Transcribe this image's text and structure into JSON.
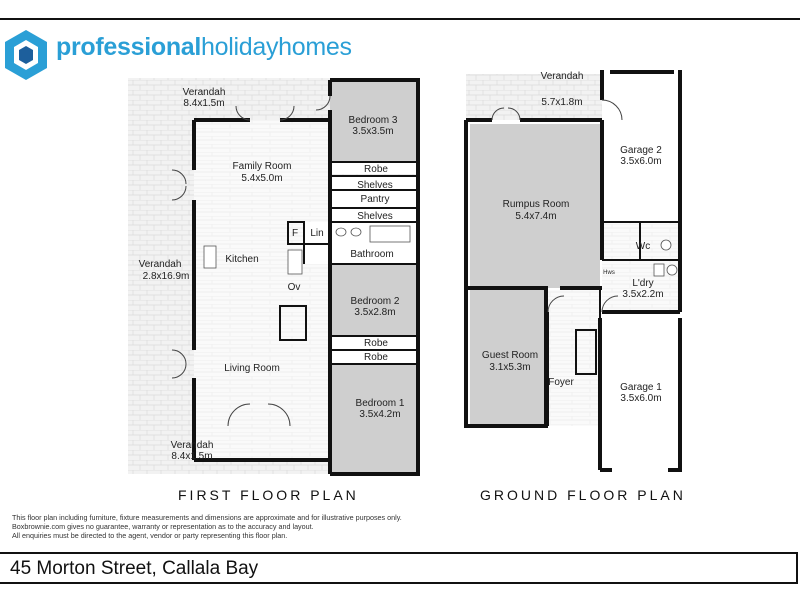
{
  "brand": {
    "name_bold": "professional",
    "name_rest": "holidayhomes",
    "accent": "#2a9fd6",
    "logo": "hexagon-logo-icon"
  },
  "first_floor": {
    "title": "FIRST FLOOR PLAN",
    "rooms": {
      "verandah_top": {
        "name": "Verandah",
        "dims": "8.4x1.5m"
      },
      "bedroom3": {
        "name": "Bedroom 3",
        "dims": "3.5x3.5m"
      },
      "family_room": {
        "name": "Family Room",
        "dims": "5.4x5.0m"
      },
      "robe_a": {
        "name": "Robe"
      },
      "shelves_a": {
        "name": "Shelves"
      },
      "pantry": {
        "name": "Pantry"
      },
      "shelves_b": {
        "name": "Shelves"
      },
      "f": {
        "name": "F"
      },
      "lin": {
        "name": "Lin"
      },
      "verandah_side": {
        "name": "Verandah",
        "dims": "2.8x16.9m"
      },
      "kitchen": {
        "name": "Kitchen"
      },
      "bathroom": {
        "name": "Bathroom"
      },
      "ov": {
        "name": "Ov"
      },
      "bedroom2": {
        "name": "Bedroom 2",
        "dims": "3.5x2.8m"
      },
      "robe_b": {
        "name": "Robe"
      },
      "robe_c": {
        "name": "Robe"
      },
      "living_room": {
        "name": "Living Room"
      },
      "bedroom1": {
        "name": "Bedroom 1",
        "dims": "3.5x4.2m"
      },
      "verandah_bottom": {
        "name": "Verandah",
        "dims": "8.4x1.5m"
      }
    }
  },
  "ground_floor": {
    "title": "GROUND FLOOR PLAN",
    "rooms": {
      "verandah": {
        "name": "Verandah",
        "dims": "5.7x1.8m"
      },
      "garage2": {
        "name": "Garage 2",
        "dims": "3.5x6.0m"
      },
      "rumpus": {
        "name": "Rumpus Room",
        "dims": "5.4x7.4m"
      },
      "wc": {
        "name": "Wc"
      },
      "hws": {
        "name": "Hws"
      },
      "ldry": {
        "name": "L'dry",
        "dims": "3.5x2.2m"
      },
      "guest": {
        "name": "Guest Room",
        "dims": "3.1x5.3m"
      },
      "foyer": {
        "name": "Foyer"
      },
      "garage1": {
        "name": "Garage 1",
        "dims": "3.5x6.0m"
      }
    }
  },
  "disclaimer": [
    "This floor plan including furniture, fixture measurements and dimensions are approximate and for illustrative purposes only.",
    "Boxbrownie.com gives no guarantee, warranty or representation as to the accuracy and layout.",
    "All enquiries must be directed to the agent, vendor or party representing this floor plan."
  ],
  "address": "45 Morton Street, Callala Bay"
}
